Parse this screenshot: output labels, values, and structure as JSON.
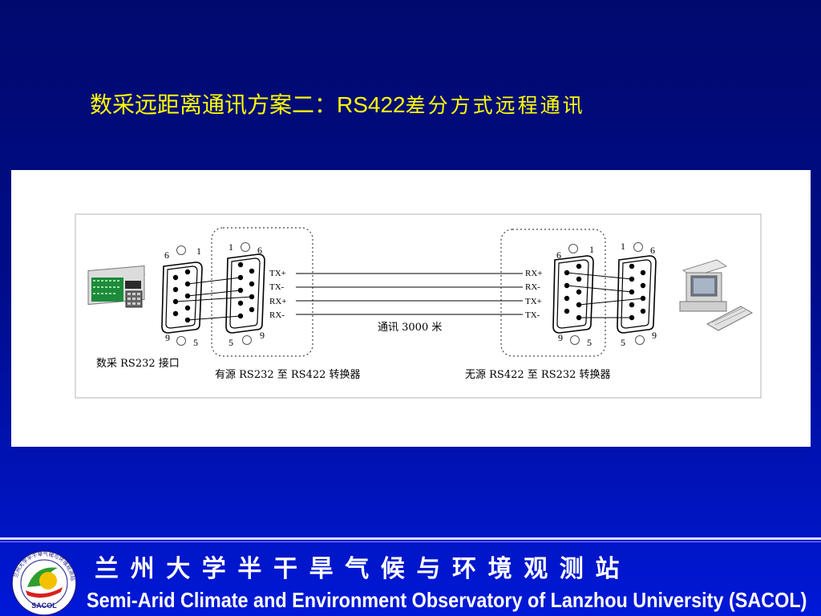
{
  "title": {
    "cn_part": "数采远距离通讯方案二：",
    "latin_part": "RS422",
    "serif_part": "差分方式远程通讯"
  },
  "diagram": {
    "left_device_label": "数采 RS232 接口",
    "converter1_label": "有源 RS232 至 RS422 转换器",
    "converter2_label": "无源 RS422 至 RS232 转换器",
    "distance_label": "通讯 3000 米",
    "left_signals": [
      "TX+",
      "TX-",
      "RX+",
      "RX-"
    ],
    "right_signals": [
      "RX+",
      "RX-",
      "TX+",
      "TX-"
    ],
    "pins": {
      "p1": "1",
      "p5": "5",
      "p6": "6",
      "p9": "9"
    }
  },
  "footer": {
    "cn_name": "兰州大学半干旱气候与环境观测站",
    "en_name": "Semi-Arid Climate and Environment Observatory of Lanzhou University (SACOL)",
    "logo_text": "SACOL",
    "logo_ring_text": "兰州大学半干旱气候与环境观测站"
  },
  "colors": {
    "background": "#000c88",
    "title": "#ffff00",
    "footer_text": "#ffffff",
    "logo_green": "#2e9e2e",
    "logo_yellow": "#f2c200",
    "logo_red": "#d82020"
  },
  "icons": [
    "datalogger-icon",
    "computer-icon",
    "db9-connector-icon",
    "sacol-logo"
  ]
}
